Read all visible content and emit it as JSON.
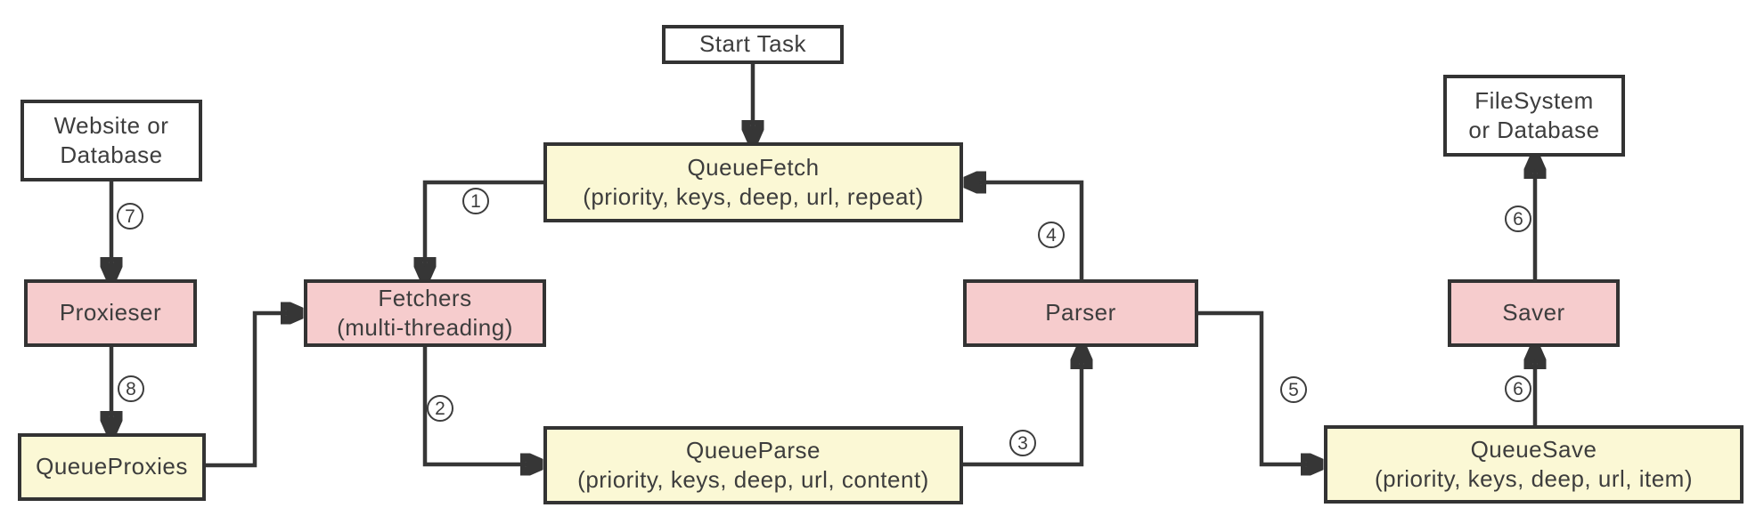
{
  "diagram_type": "flowchart",
  "colors": {
    "box_border": "#333333",
    "text": "#3d3d3d",
    "queue_fill": "#FBF8D5",
    "worker_fill": "#F6CCCD",
    "plain_fill": "#ffffff",
    "connector": "#363636",
    "bg": "#ffffff"
  },
  "nodes": {
    "start_task": {
      "kind": "plain",
      "lines": [
        "Start Task"
      ]
    },
    "website_db": {
      "kind": "plain",
      "lines": [
        "Website or",
        "Database"
      ]
    },
    "filesystem_db": {
      "kind": "plain",
      "lines": [
        "FileSystem",
        "or Database"
      ]
    },
    "queue_fetch": {
      "kind": "queue",
      "lines": [
        "QueueFetch",
        "(priority, keys, deep, url, repeat)"
      ]
    },
    "queue_parse": {
      "kind": "queue",
      "lines": [
        "QueueParse",
        "(priority, keys, deep, url, content)"
      ]
    },
    "queue_save": {
      "kind": "queue",
      "lines": [
        "QueueSave",
        "(priority, keys, deep, url, item)"
      ]
    },
    "queue_proxies": {
      "kind": "queue",
      "lines": [
        "QueueProxies"
      ]
    },
    "fetchers": {
      "kind": "worker",
      "lines": [
        "Fetchers",
        "(multi-threading)"
      ]
    },
    "parser": {
      "kind": "worker",
      "lines": [
        "Parser"
      ]
    },
    "saver": {
      "kind": "worker",
      "lines": [
        "Saver"
      ]
    },
    "proxieser": {
      "kind": "worker",
      "lines": [
        "Proxieser"
      ]
    }
  },
  "steps": {
    "s1": "1",
    "s2": "2",
    "s3": "3",
    "s4": "4",
    "s5": "5",
    "s6_upper": "6",
    "s6_lower": "6",
    "s7": "7",
    "s8": "8"
  },
  "edges": [
    {
      "from": "Start Task",
      "to": "QueueFetch",
      "label": ""
    },
    {
      "from": "QueueFetch",
      "to": "Fetchers",
      "label": "1"
    },
    {
      "from": "Fetchers",
      "to": "QueueParse",
      "label": "2"
    },
    {
      "from": "QueueParse",
      "to": "Parser",
      "label": "3"
    },
    {
      "from": "Parser",
      "to": "QueueFetch",
      "label": "4"
    },
    {
      "from": "Parser",
      "to": "QueueSave",
      "label": "5"
    },
    {
      "from": "QueueSave",
      "to": "Saver",
      "label": "6"
    },
    {
      "from": "Saver",
      "to": "FileSystem or Database",
      "label": "6"
    },
    {
      "from": "Website or Database",
      "to": "Proxieser",
      "label": "7"
    },
    {
      "from": "Proxieser",
      "to": "QueueProxies",
      "label": "8"
    },
    {
      "from": "QueueProxies",
      "to": "Fetchers",
      "label": ""
    }
  ]
}
